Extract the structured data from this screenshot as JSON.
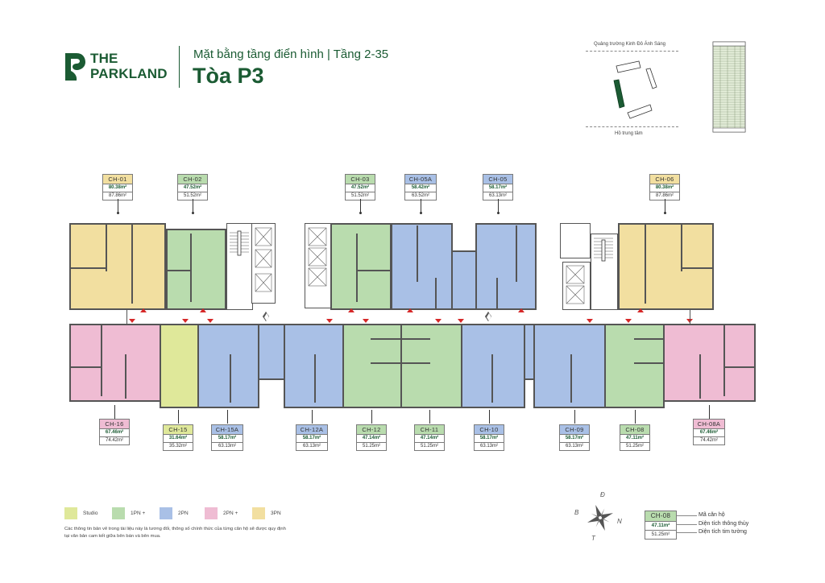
{
  "header": {
    "brand_line1": "THE",
    "brand_line2": "PARKLAND",
    "subtitle": "Mặt bằng tầng điển hình | Tầng 2-35",
    "title": "Tòa P3"
  },
  "site_plan": {
    "top_label": "Quảng trường Kinh Đô Ánh Sáng",
    "bottom_label": "Hồ trung tâm",
    "highlighted_building": "P3"
  },
  "colors": {
    "brand_green": "#1b5b33",
    "studio": "#dfe89a",
    "1pn_plus": "#b9dcae",
    "2pn": "#a9c0e6",
    "2pn_plus": "#efbcd3",
    "3pn": "#f2dfa0",
    "entry_marker": "#d62828"
  },
  "units_top": [
    {
      "code": "CH-01",
      "net_area": "80.38m²",
      "gross_area": "87.86m²",
      "type": "3pn"
    },
    {
      "code": "CH-02",
      "net_area": "47.52m²",
      "gross_area": "51.52m²",
      "type": "1pn_plus"
    },
    {
      "code": "CH-03",
      "net_area": "47.52m²",
      "gross_area": "51.52m²",
      "type": "1pn_plus"
    },
    {
      "code": "CH-05A",
      "net_area": "58.42m²",
      "gross_area": "63.52m²",
      "type": "2pn"
    },
    {
      "code": "CH-05",
      "net_area": "58.17m²",
      "gross_area": "63.13m²",
      "type": "2pn"
    },
    {
      "code": "CH-06",
      "net_area": "80.38m²",
      "gross_area": "87.86m²",
      "type": "3pn"
    }
  ],
  "units_bottom": [
    {
      "code": "CH-16",
      "net_area": "67.46m²",
      "gross_area": "74.42m²",
      "type": "2pn_plus"
    },
    {
      "code": "CH-15",
      "net_area": "31.64m²",
      "gross_area": "35.32m²",
      "type": "studio"
    },
    {
      "code": "CH-15A",
      "net_area": "58.17m²",
      "gross_area": "63.13m²",
      "type": "2pn"
    },
    {
      "code": "CH-12A",
      "net_area": "58.17m²",
      "gross_area": "63.13m²",
      "type": "2pn"
    },
    {
      "code": "CH-12",
      "net_area": "47.14m²",
      "gross_area": "51.25m²",
      "type": "1pn_plus"
    },
    {
      "code": "CH-11",
      "net_area": "47.14m²",
      "gross_area": "51.25m²",
      "type": "1pn_plus"
    },
    {
      "code": "CH-10",
      "net_area": "58.17m²",
      "gross_area": "63.13m²",
      "type": "2pn"
    },
    {
      "code": "CH-09",
      "net_area": "58.17m²",
      "gross_area": "63.13m²",
      "type": "2pn"
    },
    {
      "code": "CH-08",
      "net_area": "47.11m²",
      "gross_area": "51.25m²",
      "type": "1pn_plus"
    },
    {
      "code": "CH-08A",
      "net_area": "67.46m²",
      "gross_area": "74.42m²",
      "type": "2pn_plus"
    }
  ],
  "legend": {
    "items": [
      {
        "label": "Studio",
        "key": "studio"
      },
      {
        "label": "1PN +",
        "key": "1pn_plus"
      },
      {
        "label": "2PN",
        "key": "2pn"
      },
      {
        "label": "2PN +",
        "key": "2pn_plus"
      },
      {
        "label": "3PN",
        "key": "3pn"
      }
    ],
    "disclaimer": "Các thông tin bản vẽ trong tài liệu này là tương đối, thông số chính thức của từng căn hộ sẽ được quy định tại văn bản cam kết giữa bên bán và bên mua."
  },
  "compass": {
    "north": "N",
    "south": "T",
    "east": "Đ",
    "west": "B"
  },
  "key": {
    "code": "CH-08",
    "net_area": "47.11m²",
    "gross_area": "51.25m²",
    "code_label": "Mã căn hộ",
    "net_label": "Diện tích thông thủy",
    "gross_label": "Diện tích tim tường"
  }
}
